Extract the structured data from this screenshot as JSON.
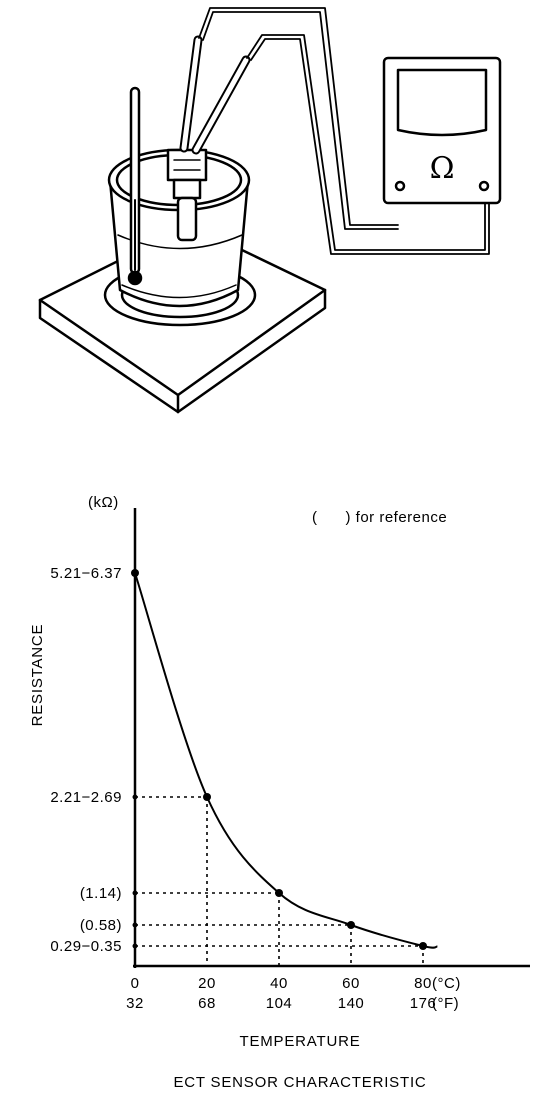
{
  "illustration": {
    "meter_symbol": "Ω"
  },
  "chart_data": {
    "type": "line",
    "title": "ECT SENSOR CHARACTERISTIC",
    "xlabel": "TEMPERATURE",
    "ylabel": "RESISTANCE",
    "y_unit": "(kΩ)",
    "note": "(      ) for reference",
    "x_unit_c": "(°C)",
    "x_unit_f": "(°F)",
    "x_ticks_c": [
      "0",
      "20",
      "40",
      "60",
      "80"
    ],
    "x_ticks_f": [
      "32",
      "68",
      "104",
      "140",
      "176"
    ],
    "x": [
      0,
      20,
      40,
      60,
      80
    ],
    "y": [
      5.79,
      2.45,
      1.14,
      0.58,
      0.32
    ],
    "y_tick_labels": [
      "5.21−6.37",
      "2.21−2.69",
      "(1.14)",
      "(0.58)",
      "0.29−0.35"
    ],
    "xlim": [
      0,
      110
    ],
    "grid": false,
    "line_color": "#000000"
  }
}
